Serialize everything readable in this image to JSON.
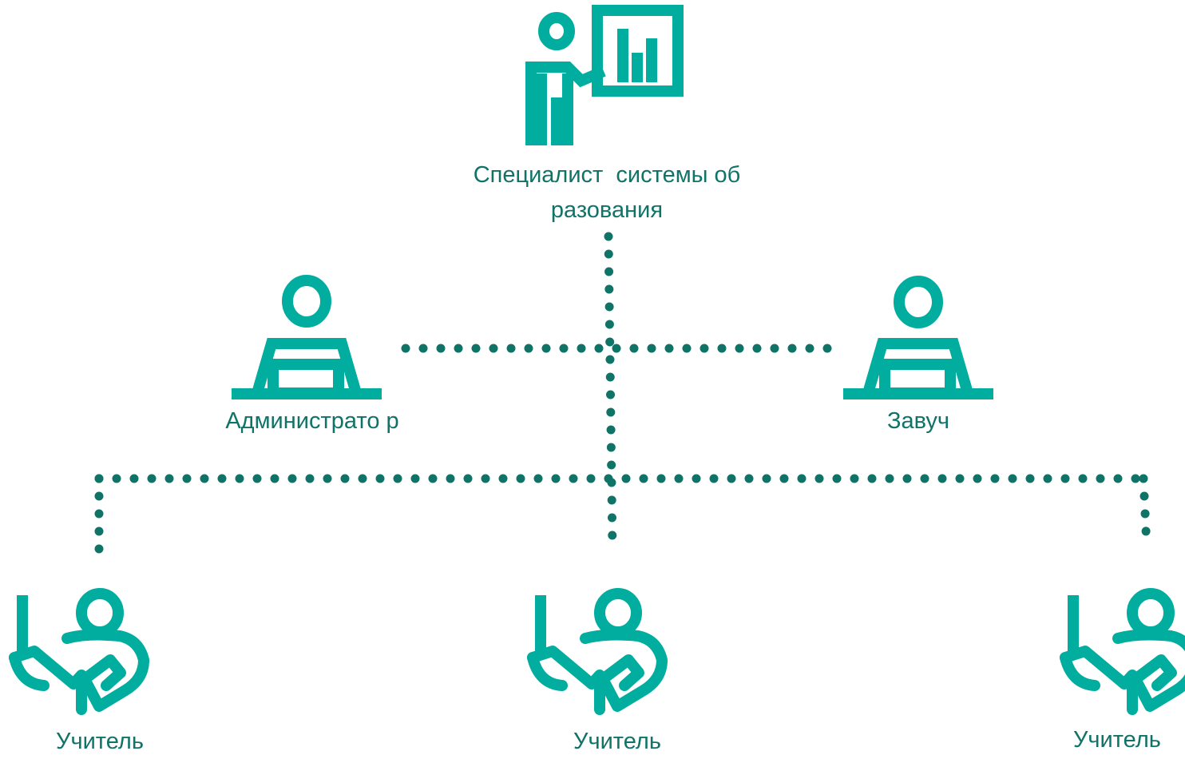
{
  "nodes": {
    "specialist": {
      "label": "Специалист  системы образования",
      "icon": "presenter-chart-icon"
    },
    "admin": {
      "label": "Администрато р",
      "icon": "person-at-desk-icon"
    },
    "zavuch": {
      "label": "Завуч",
      "icon": "person-at-desk-icon"
    },
    "teacher_left": {
      "label": "Учитель",
      "icon": "teacher-pointer-icon"
    },
    "teacher_center": {
      "label": "Учитель",
      "icon": "teacher-pointer-icon"
    },
    "teacher_right": {
      "label": "Учитель",
      "icon": "teacher-pointer-icon"
    }
  },
  "colors": {
    "icon": "#00ad9f",
    "text": "#0f7368",
    "connector": "#0f7368"
  }
}
